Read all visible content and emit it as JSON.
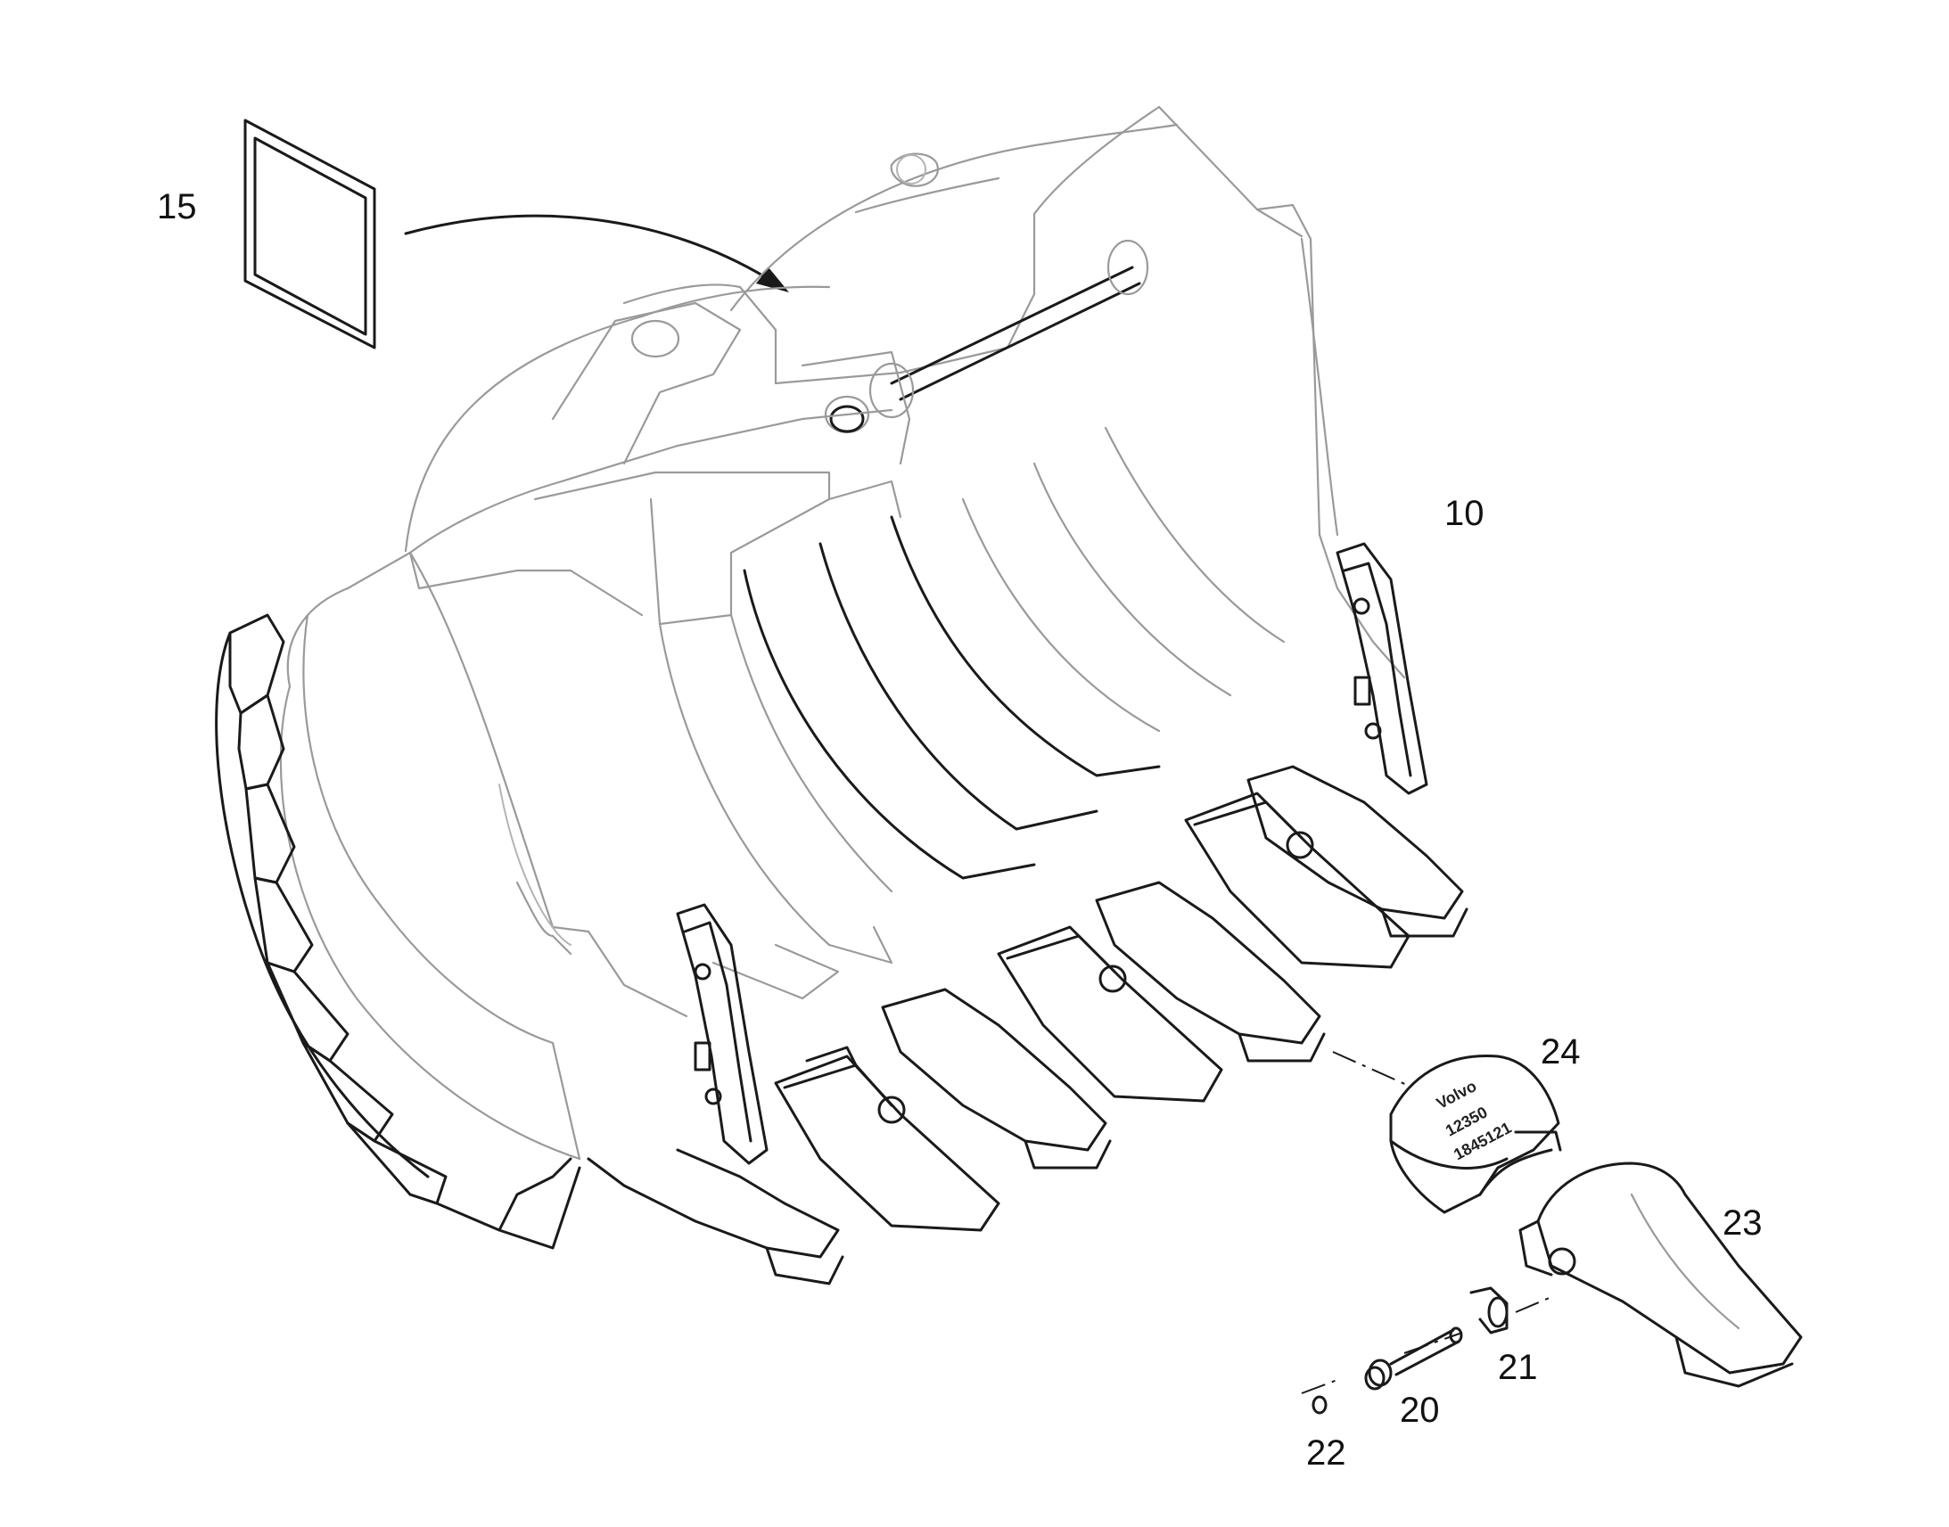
{
  "callouts": {
    "c10": "10",
    "c15": "15",
    "c20": "20",
    "c21": "21",
    "c22": "22",
    "c23": "23",
    "c24": "24"
  },
  "stamp_text": {
    "line1": "Volvo",
    "line2": "12350",
    "line3": "1845121"
  }
}
